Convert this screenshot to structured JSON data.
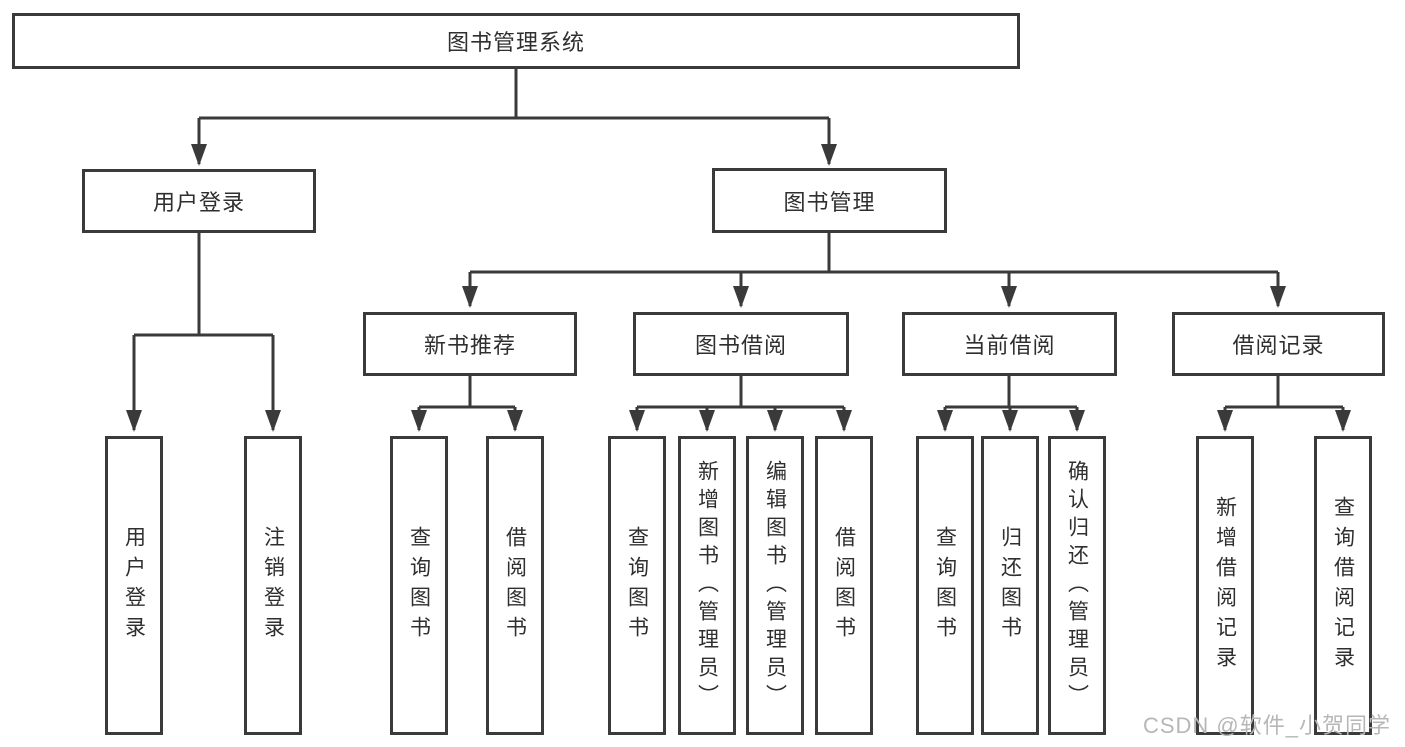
{
  "diagram": {
    "tree": {
      "root": {
        "label": "图书管理系统",
        "children": [
          {
            "label": "用户登录",
            "children": [
              {
                "label": "用户登录"
              },
              {
                "label": "注销登录"
              }
            ]
          },
          {
            "label": "图书管理",
            "children": [
              {
                "label": "新书推荐",
                "children": [
                  {
                    "label": "查询图书"
                  },
                  {
                    "label": "借阅图书"
                  }
                ]
              },
              {
                "label": "图书借阅",
                "children": [
                  {
                    "label": "查询图书"
                  },
                  {
                    "label": "新增图书（管理员）"
                  },
                  {
                    "label": "编辑图书（管理员）"
                  },
                  {
                    "label": "借阅图书"
                  }
                ]
              },
              {
                "label": "当前借阅",
                "children": [
                  {
                    "label": "查询图书"
                  },
                  {
                    "label": "归还图书"
                  },
                  {
                    "label": "确认归还（管理员）"
                  }
                ]
              },
              {
                "label": "借阅记录",
                "children": [
                  {
                    "label": "新增借阅记录"
                  },
                  {
                    "label": "查询借阅记录"
                  }
                ]
              }
            ]
          }
        ]
      }
    }
  },
  "watermark": {
    "text": "CSDN @软件_小贺同学"
  },
  "colors": {
    "line": "#3a3a3a",
    "text": "#2f2f2f",
    "bg": "#ffffff",
    "watermark": "#b7b7b7"
  }
}
